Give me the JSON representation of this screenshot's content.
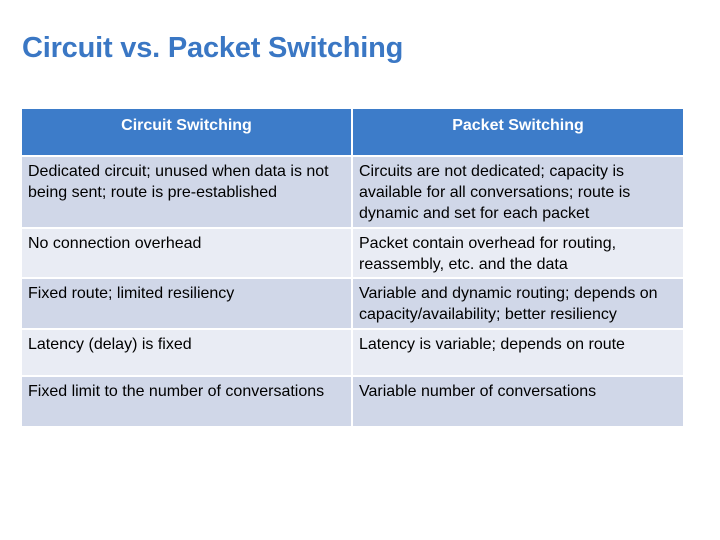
{
  "slide": {
    "title": "Circuit vs. Packet Switching"
  },
  "table": {
    "headers": [
      "Circuit Switching",
      "Packet Switching"
    ],
    "rows": [
      [
        "Dedicated circuit; unused when data is not being sent; route is pre-established",
        "Circuits are not dedicated; capacity is available for all conversations; route is dynamic and set for each packet"
      ],
      [
        "No connection overhead",
        "Packet contain overhead for routing, reassembly, etc. and the data"
      ],
      [
        "Fixed route; limited resiliency",
        "Variable and dynamic routing; depends on capacity/availability; better resiliency"
      ],
      [
        "Latency (delay) is fixed",
        "Latency is variable; depends on route"
      ],
      [
        "Fixed limit to the number of conversations",
        "Variable number of conversations"
      ]
    ]
  },
  "colors": {
    "title": "#3a77c4",
    "header_bg": "#3d7cc9",
    "row_dark": "#d0d7e8",
    "row_light": "#e9ecf4"
  }
}
